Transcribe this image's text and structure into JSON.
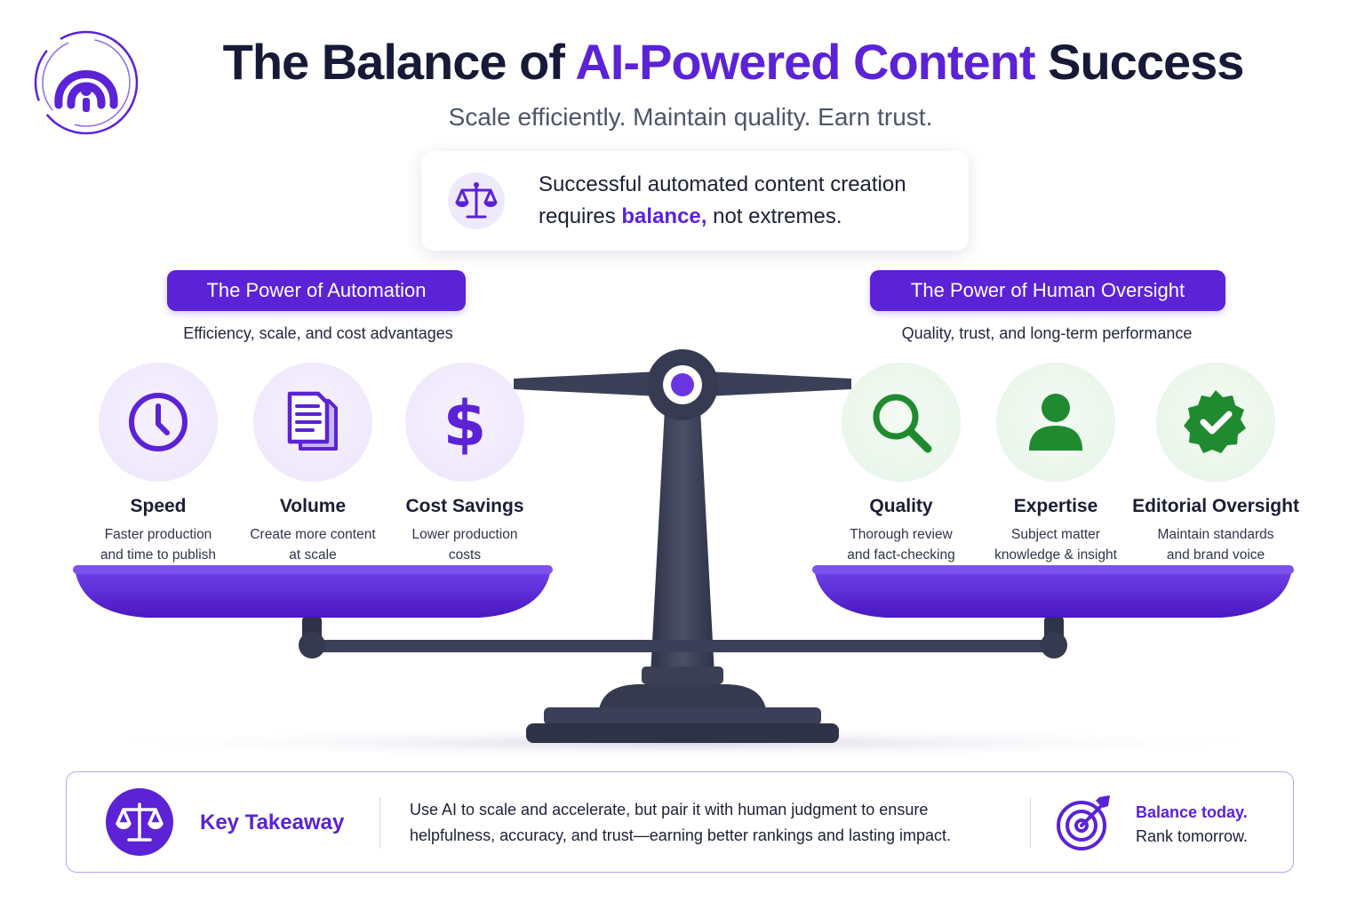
{
  "header": {
    "title_prefix": "The Balance of",
    "title_accent": "AI-Powered Content",
    "title_suffix": "Success",
    "subtitle": "Scale efficiently. Maintain quality. Earn trust."
  },
  "intro_card": {
    "line_before": "Successful automated content creation requires",
    "highlight": "balance,",
    "line_after": "not extremes."
  },
  "automation": {
    "heading": "The Power of Automation",
    "subheading": "Efficiency, scale, and cost advantages",
    "items": [
      {
        "name": "Speed",
        "desc1": "Faster production",
        "desc2": "and time to publish",
        "icon": "clock-icon"
      },
      {
        "name": "Volume",
        "desc1": "Create more content",
        "desc2": "at scale",
        "icon": "documents-icon"
      },
      {
        "name": "Cost Savings",
        "desc1": "Lower production",
        "desc2": "costs",
        "icon": "dollar-icon"
      }
    ]
  },
  "oversight": {
    "heading": "The Power of Human Oversight",
    "subheading": "Quality, trust, and long-term performance",
    "items": [
      {
        "name": "Quality",
        "desc1": "Thorough review",
        "desc2": "and fact-checking",
        "icon": "magnifier-icon"
      },
      {
        "name": "Expertise",
        "desc1": "Subject matter",
        "desc2": "knowledge & insight",
        "icon": "person-icon"
      },
      {
        "name": "Editorial Oversight",
        "desc1": "Maintain standards",
        "desc2": "and brand voice",
        "icon": "verified-badge-icon"
      }
    ]
  },
  "takeaway": {
    "label": "Key Takeaway",
    "message_line1": "Use AI to scale and accelerate, but pair it with human judgment to ensure",
    "message_line2": "helpfulness, accuracy, and trust—earning better rankings and lasting impact.",
    "cta_line1": "Balance today.",
    "cta_line2": "Rank tomorrow."
  },
  "colors": {
    "brand_purple": "#5b22d6",
    "scale_dark": "#3b4058",
    "success_green": "#1f8a2f",
    "title_dark": "#161a36"
  }
}
